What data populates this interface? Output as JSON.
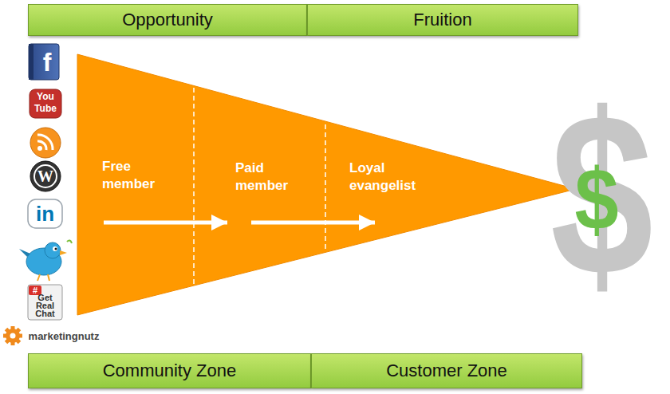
{
  "diagram": {
    "nodes": [
      {
        "text": [
          "Opportunity"
        ]
      },
      {
        "text": [
          "Fruition"
        ]
      },
      {
        "text": [
          "Free member"
        ]
      },
      {
        "text": [
          "Paid member"
        ]
      },
      {
        "text": [
          "Loyal evangelist"
        ]
      },
      {
        "text": [
          "Community Zone"
        ]
      },
      {
        "text": [
          "Customer Zone"
        ]
      }
    ],
    "edges": [
      {
        "from": 2,
        "to": 3,
        "arrow": "to"
      },
      {
        "from": 3,
        "to": 4,
        "arrow": "to"
      }
    ],
    "labels": [
      "f",
      "You",
      "Tube",
      "W",
      "in",
      "#",
      "Get",
      "Real",
      "Chat",
      "marketingnutz",
      "$",
      "$"
    ]
  }
}
